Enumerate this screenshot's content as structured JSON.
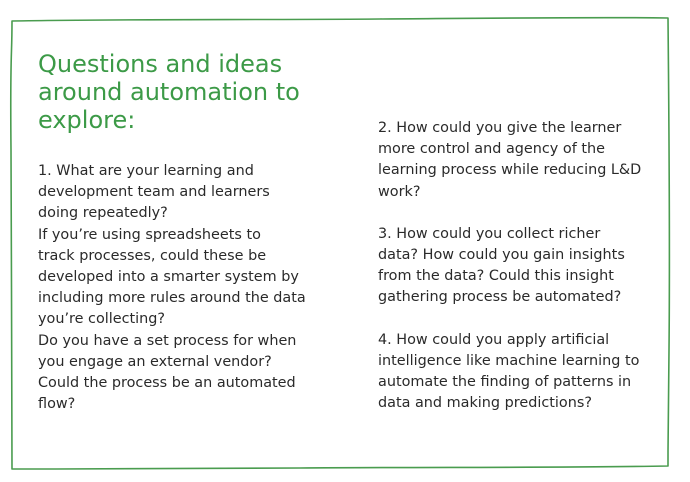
{
  "title_lines": [
    "Questions and ideas",
    "around automation to",
    "explore:"
  ],
  "left_column": {
    "lines": [
      "1. What are your learning and",
      "development team and learners",
      "doing repeatedly?",
      "If you’re using spreadsheets to",
      "track processes, could these be",
      "developed into a smarter system by",
      "including more rules around the data",
      "you’re collecting?",
      "Do you have a set process for when",
      "you engage an external vendor?",
      "Could the process be an automated",
      "flow?"
    ]
  },
  "right_column": {
    "q2": [
      "2. How could you give the learner",
      "more control and agency of the",
      "learning process while reducing L&D",
      "work?"
    ],
    "q3": [
      "3. How could you collect richer",
      "data? How could you gain insights",
      "from the data? Could this insight",
      "gathering process be automated?"
    ],
    "q4": [
      "4. How could you apply artificial",
      "intelligence like machine learning to",
      "automate the finding of patterns in",
      "data and making predictions?"
    ]
  },
  "colors": {
    "accent_green": "#3c9a47",
    "border_green": "#4a9c4f",
    "body_text": "#2a2a2a"
  }
}
